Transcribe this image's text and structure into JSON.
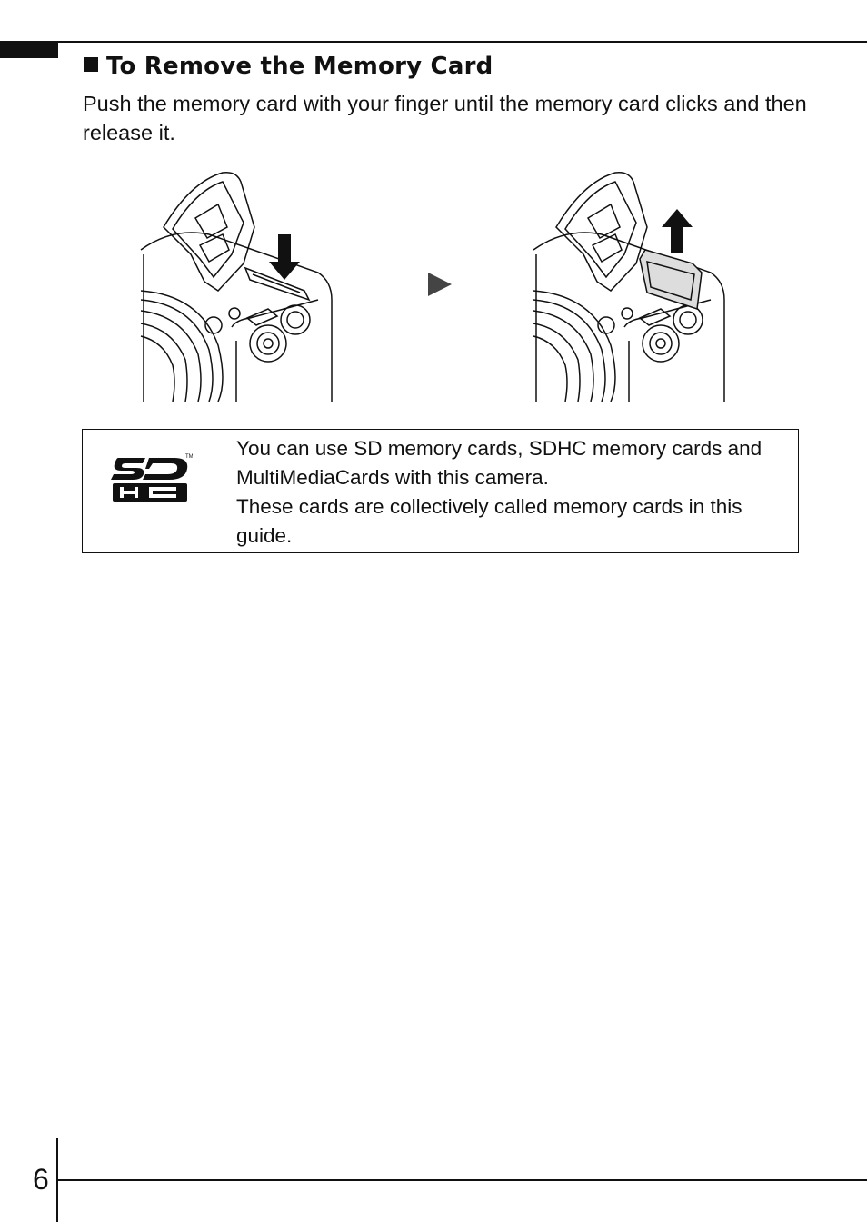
{
  "section": {
    "title": "To Remove the Memory Card",
    "instruction": "Push the memory card with your finger until the memory card clicks and then release it."
  },
  "illustration": {
    "step1_icon": "camera-push-down-arrow-icon",
    "between_icon": "play-triangle-arrow-icon",
    "step2_icon": "camera-card-eject-arrow-icon"
  },
  "note": {
    "logo_icon": "sdhc-logo",
    "line1": "You can use SD memory cards, SDHC memory cards and MultiMediaCards with this camera.",
    "line2": "These cards are collectively called memory cards in this guide."
  },
  "page": {
    "number": "6"
  }
}
